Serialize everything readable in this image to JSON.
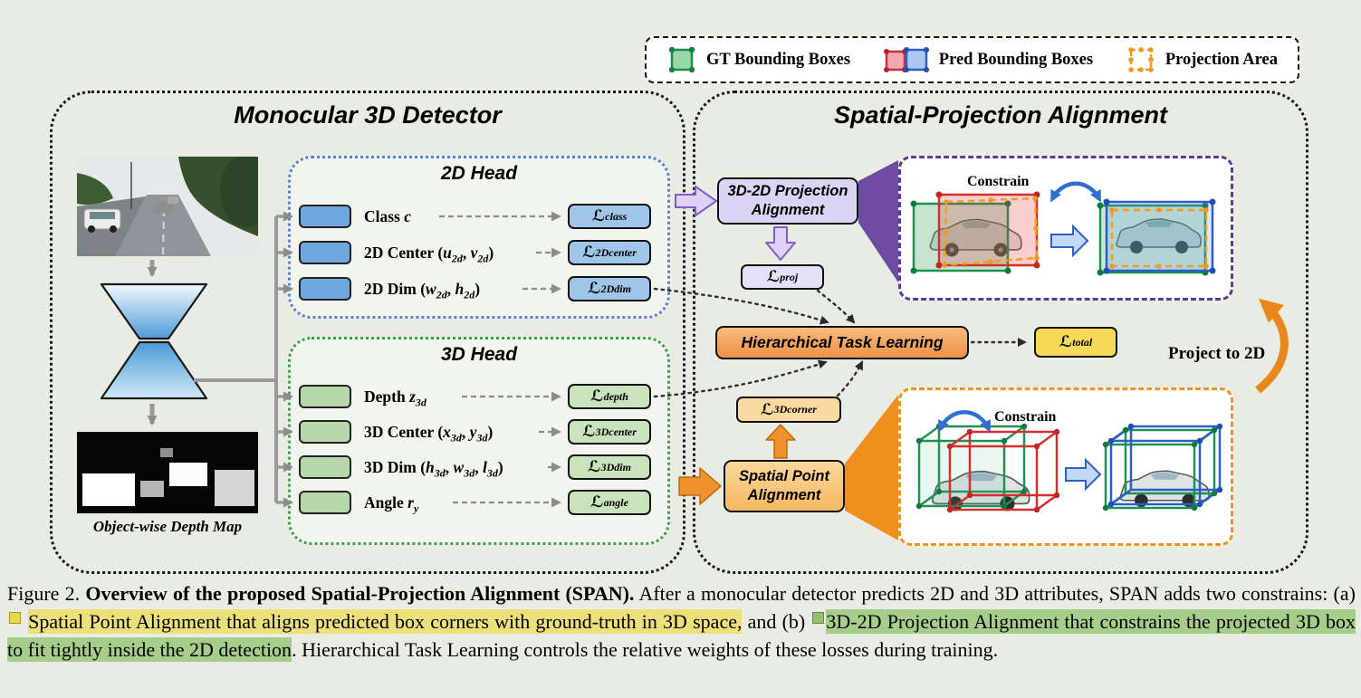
{
  "colors": {
    "background": "#e9ece2",
    "accent_purple": "#6d4ba0",
    "accent_orange": "#ee8f1e",
    "accent_blue": "#2e6fd0",
    "gt_green": "#1f9151",
    "pred_red": "#d23030",
    "pred_blue": "#2b5fc7",
    "highlight_yellow": "#ece07a",
    "highlight_green": "#a6cd89"
  },
  "icons": {
    "gt_box_icon": "green-box-with-corner-points",
    "pred_box_icon": "red-and-blue-boxes-with-corner-points",
    "projection_area_icon": "orange-dashed-box-with-points",
    "highlight_marker_yellow": "yellow-sticky-square",
    "highlight_marker_green": "green-sticky-square"
  },
  "legend": {
    "gt": "GT Bounding Boxes",
    "pred": "Pred Bounding Boxes",
    "projection": "Projection Area"
  },
  "detector": {
    "title": "Monocular 3D Detector",
    "depth_map_label": "Object-wise Depth Map",
    "head2d": {
      "title": "2D Head",
      "rows": [
        {
          "label": "Class *c*",
          "loss": "ℒ_{class}"
        },
        {
          "label": "2D Center (*u*_{2d}, *v*_{2d})",
          "loss": "ℒ_{2Dcenter}"
        },
        {
          "label": "2D Dim (*w*_{2d}, *h*_{2d})",
          "loss": "ℒ_{2Ddim}"
        }
      ]
    },
    "head3d": {
      "title": "3D Head",
      "rows": [
        {
          "label": "Depth *z*_{3d}",
          "loss": "ℒ_{depth}"
        },
        {
          "label": "3D Center (*x*_{3d}, *y*_{3d})",
          "loss": "ℒ_{3Dcenter}"
        },
        {
          "label": "3D Dim (*h*_{3d}, *w*_{3d}, *l*_{3d})",
          "loss": "ℒ_{3Ddim}"
        },
        {
          "label": "Angle *r*_{y}",
          "loss": "ℒ_{angle}"
        }
      ]
    }
  },
  "alignment": {
    "title": "Spatial-Projection Alignment",
    "projection_alignment": "3D-2D Projection Alignment",
    "loss_proj": "ℒ_{proj}",
    "htl": "Hierarchical Task Learning",
    "loss_total": "ℒ_{total}",
    "loss_3dcorner": "ℒ_{3Dcorner}",
    "spatial_point_alignment": "Spatial Point Alignment",
    "constrain_top": "Constrain",
    "constrain_bottom": "Constrain",
    "project_to_2d": "Project to 2D"
  },
  "caption": {
    "figure_label": "Figure 2.",
    "bold_title": "Overview of the proposed Spatial-Projection Alignment (SPAN).",
    "text_1": "After a monocular detector predicts 2D and 3D attributes, SPAN adds two constrains: (a)",
    "highlight_yellow": "Spatial Point Alignment that aligns predicted box corners with ground-truth in 3D space,",
    "text_2": "and (b)",
    "highlight_green": "3D-2D Projection Alignment that constrains the projected 3D box to fit tightly inside the 2D detection",
    "text_3": ". Hierarchical Task Learning controls the relative weights of these losses during training."
  }
}
